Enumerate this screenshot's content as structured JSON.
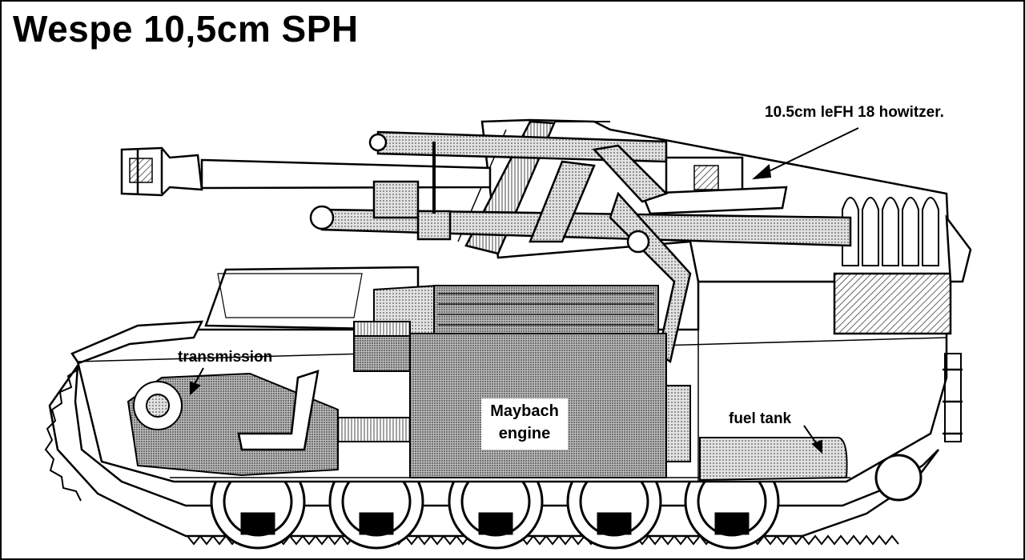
{
  "title": "Wespe 10,5cm SPH",
  "labels": {
    "howitzer": "10.5cm leFH 18 howitzer.",
    "transmission": "transmission",
    "engine_line1": "Maybach",
    "engine_line2": "engine",
    "fuel_tank": "fuel tank"
  },
  "colors": {
    "ink": "#000000",
    "paper": "#ffffff",
    "shade_light": "#d9d9d9",
    "shade_medium": "#b5b5b5",
    "shade_dark": "#8a8a8a"
  }
}
